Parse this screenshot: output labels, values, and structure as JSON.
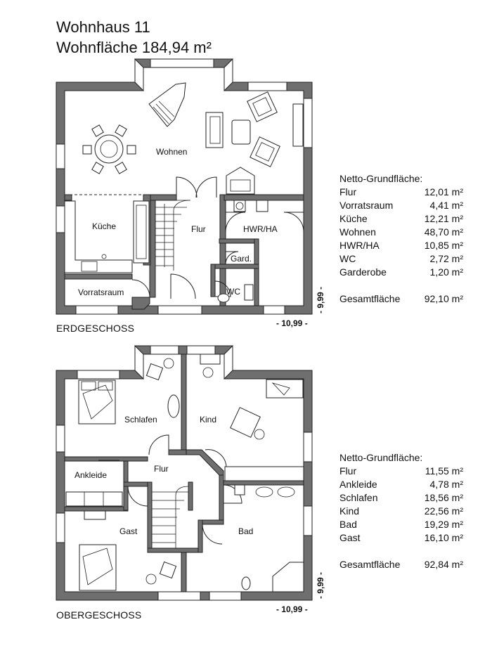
{
  "title": "Wohnhaus 11",
  "subtitle": "Wohnfläche 184,94 m²",
  "colors": {
    "wall": "#6f6f6f",
    "line": "#222222",
    "background": "#ffffff"
  },
  "ground_floor": {
    "label": "ERDGESCHOSS",
    "dim_width": "- 10,99 -",
    "dim_depth": "- 9,99 -",
    "rooms": {
      "wohnen": "Wohnen",
      "kueche": "Küche",
      "flur": "Flur",
      "hwr": "HWR/HA",
      "gard": "Gard.",
      "wc": "WC",
      "vorrat": "Vorratsraum"
    },
    "areas_heading": "Netto-Grundfläche:",
    "areas": [
      {
        "name": "Flur",
        "value": "12,01 m²"
      },
      {
        "name": "Vorratsraum",
        "value": "4,41 m²"
      },
      {
        "name": "Küche",
        "value": "12,21 m²"
      },
      {
        "name": "Wohnen",
        "value": "48,70 m²"
      },
      {
        "name": "HWR/HA",
        "value": "10,85 m²"
      },
      {
        "name": "WC",
        "value": "2,72 m²"
      },
      {
        "name": "Garderobe",
        "value": "1,20 m²"
      }
    ],
    "total_label": "Gesamtfläche",
    "total_value": "92,10 m²"
  },
  "upper_floor": {
    "label": "OBERGESCHOSS",
    "dim_width": "- 10,99 -",
    "dim_depth": "- 9,99 -",
    "rooms": {
      "schlafen": "Schlafen",
      "kind": "Kind",
      "ankleide": "Ankleide",
      "flur": "Flur",
      "gast": "Gast",
      "bad": "Bad"
    },
    "areas_heading": "Netto-Grundfläche:",
    "areas": [
      {
        "name": "Flur",
        "value": "11,55 m²"
      },
      {
        "name": "Ankleide",
        "value": "4,78 m²"
      },
      {
        "name": "Schlafen",
        "value": "18,56 m²"
      },
      {
        "name": "Kind",
        "value": "22,56 m²"
      },
      {
        "name": "Bad",
        "value": "19,29 m²"
      },
      {
        "name": "Gast",
        "value": "16,10 m²"
      }
    ],
    "total_label": "Gesamtfläche",
    "total_value": "92,84 m²"
  }
}
